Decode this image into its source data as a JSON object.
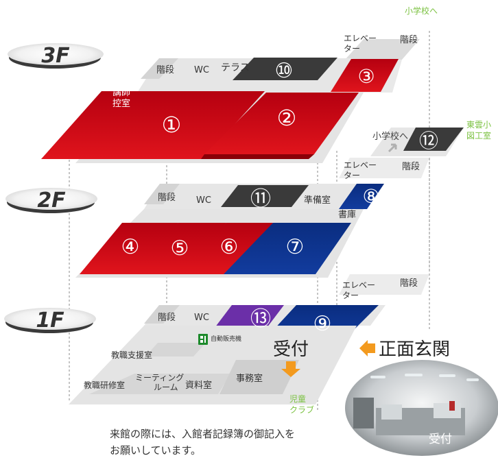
{
  "floors": {
    "f3": "3F",
    "f2": "2F",
    "f1": "1F"
  },
  "external": {
    "to_elementary_top": "小学校へ",
    "to_elementary_2f": "小学校へ",
    "higashiun_line1": "東雲小",
    "higashiun_line2": "図工室",
    "jido_line1": "児童",
    "jido_line2": "クラブ"
  },
  "rooms": {
    "r1": "①",
    "r2": "②",
    "r3": "③",
    "r4": "④",
    "r5": "⑤",
    "r6": "⑥",
    "r7": "⑦",
    "r8": "⑧",
    "r9": "⑨",
    "r10": "⑩",
    "r11": "⑪",
    "r12": "⑫",
    "r13": "⑬"
  },
  "labels": {
    "kaidan_3f": "階段",
    "wc_3f": "WC",
    "terrace": "テラス",
    "elevator_3f_1": "エレベー",
    "elevator_3f_2": "ター",
    "kaidan_3f_right": "階段",
    "koushi_1": "講師",
    "koushi_2": "控室",
    "elevator_2f_1": "エレベー",
    "elevator_2f_2": "ター",
    "kaidan_2f_right": "階段",
    "kaidan_2f": "階段",
    "wc_2f": "WC",
    "junbishitsu": "準備室",
    "shoko": "書庫",
    "elevator_1f_1": "エレベー",
    "elevator_1f_2": "ター",
    "kaidan_1f_right": "階段",
    "kaidan_1f": "階段",
    "wc_1f": "WC",
    "vending": "自動販売機",
    "uketsuke": "受付",
    "shomen_genkan": "正面玄関",
    "kyoshoku_shien": "教職支援室",
    "kyoshoku_kenshu": "教職研修室",
    "meeting_1": "ミーティング",
    "meeting_2": "ルーム",
    "shiryo": "資料室",
    "jimu": "事務室",
    "photo_uketsuke": "受付"
  },
  "notice": {
    "line1": "来館の際には、入館者記録簿の御記入を",
    "line2": "お願いしています。"
  },
  "colors": {
    "red": "#c0000c",
    "blue": "#0b2f8a",
    "purple": "#6b2fa8",
    "dark": "#3a3a3a",
    "gray": "#b7b7b7",
    "light": "#e9e9e9",
    "green": "#7cc242",
    "orange": "#f39a1e"
  }
}
